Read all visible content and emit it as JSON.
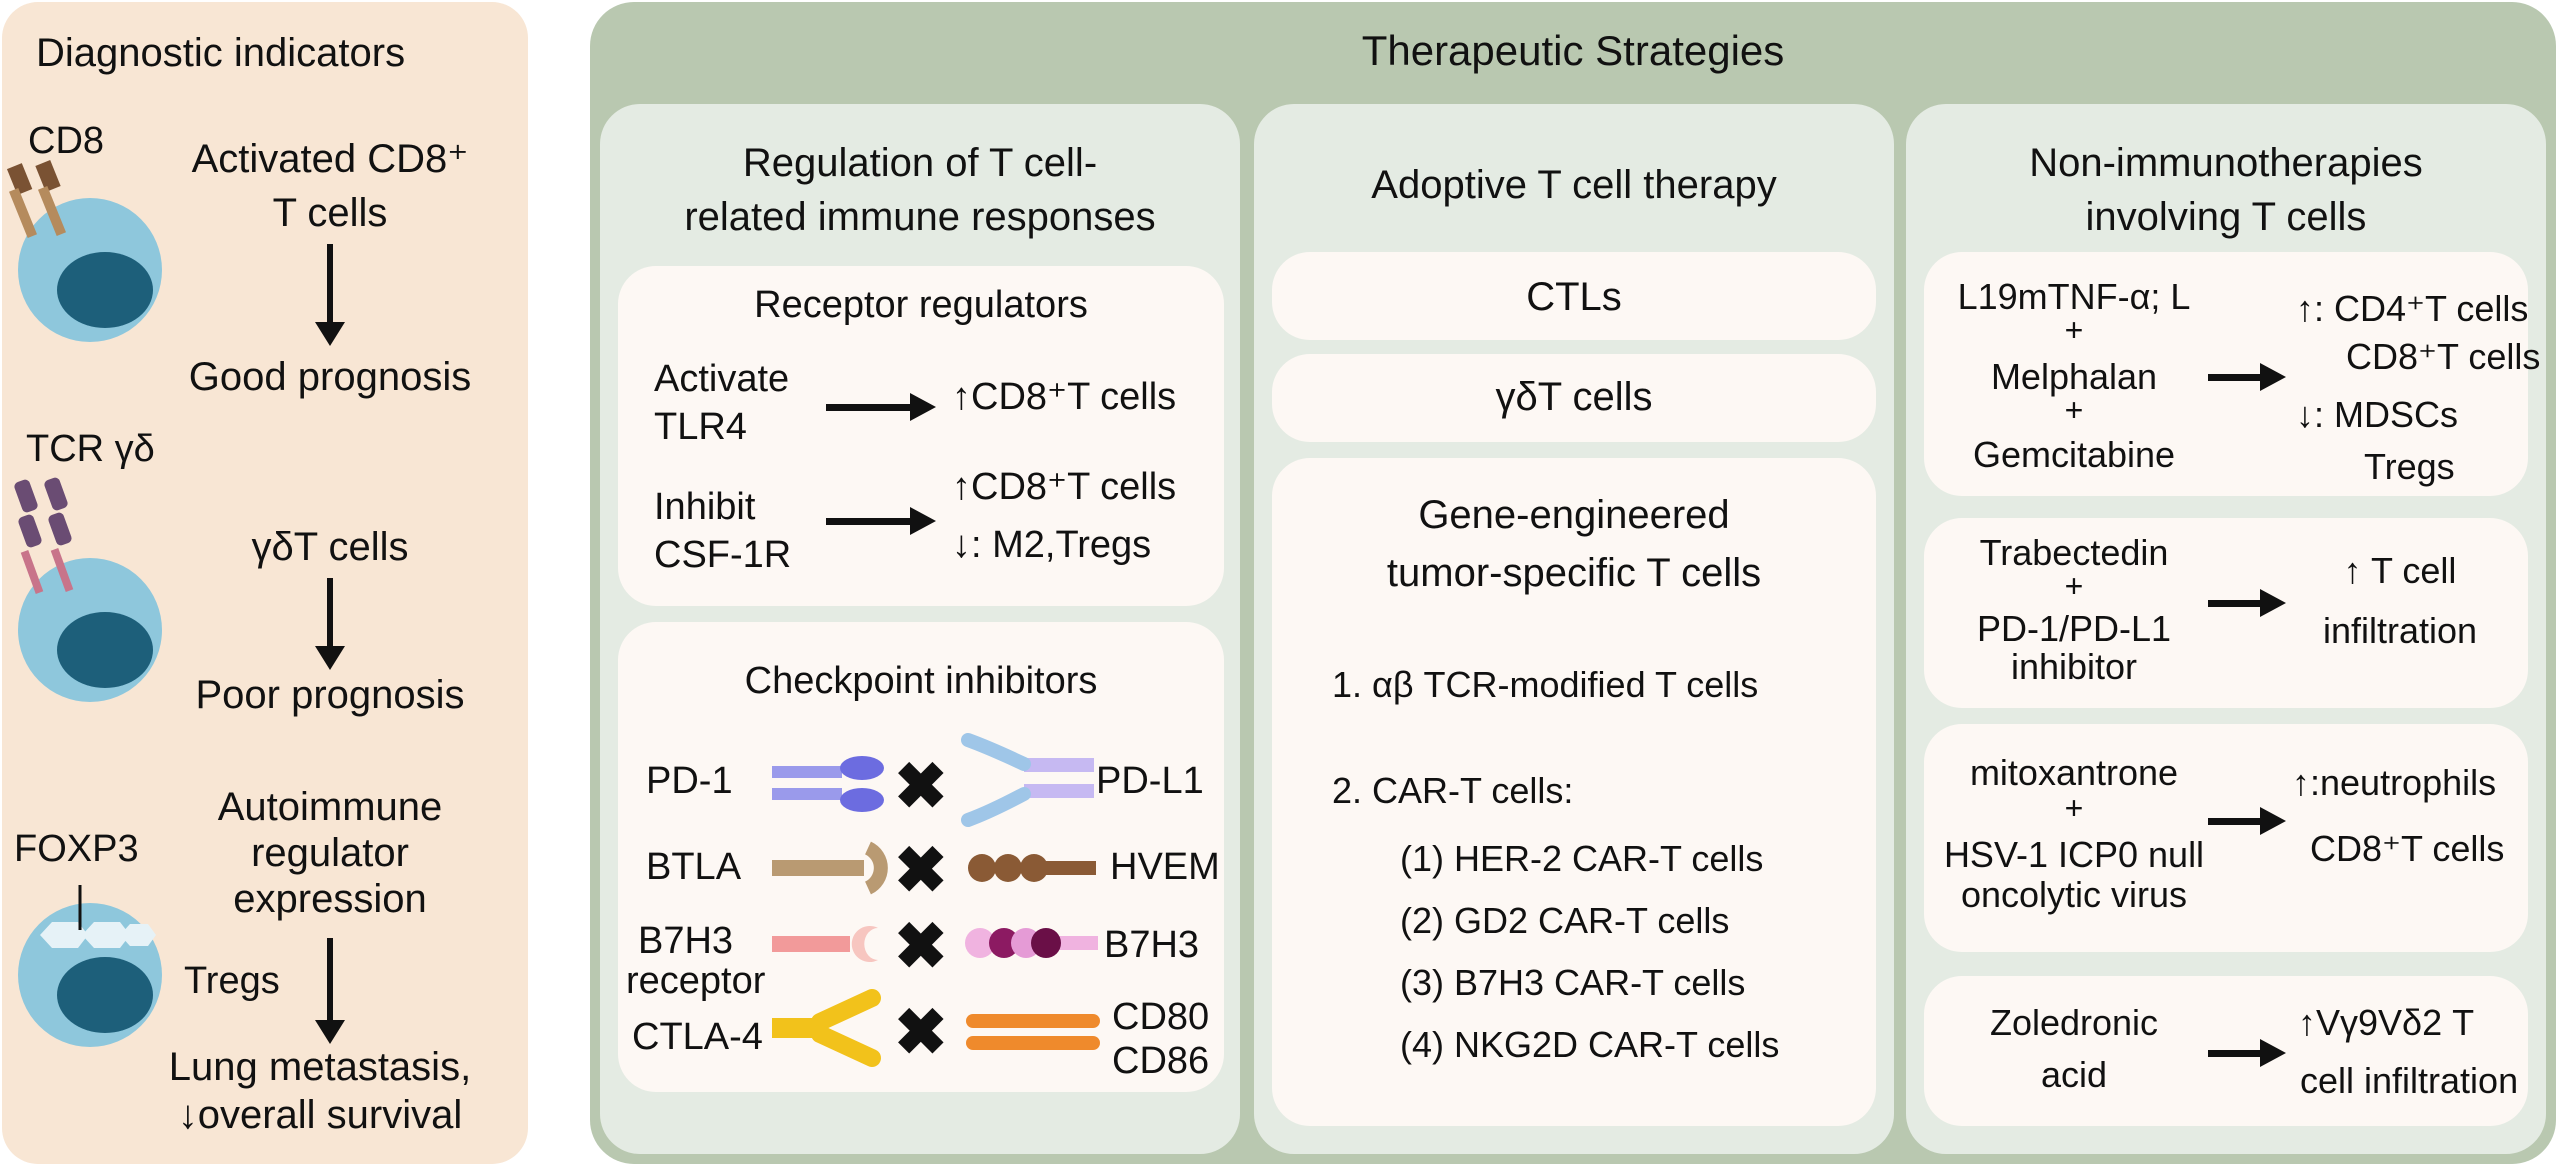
{
  "diagnostic": {
    "title": "Diagnostic indicators",
    "cd8_label": "CD8",
    "activated_line1": "Activated CD8⁺",
    "activated_line2": "T cells",
    "good_prognosis": "Good prognosis",
    "tcr_label": "TCR γδ",
    "gd_cells": "γδT cells",
    "poor_prognosis": "Poor prognosis",
    "foxp3_label": "FOXP3",
    "tregs_label": "Tregs",
    "aire_line1": "Autoimmune",
    "aire_line2": "regulator",
    "aire_line3": "expression",
    "lung_line1": "Lung metastasis,",
    "lung_line2": "↓overall survival"
  },
  "therapeutic": {
    "title": "Therapeutic Strategies",
    "col1": {
      "title_line1": "Regulation of T cell-",
      "title_line2": "related immune responses",
      "receptor_title": "Receptor regulators",
      "activate_line1": "Activate",
      "activate_line2": "TLR4",
      "activate_result": "↑CD8⁺T cells",
      "inhibit_line1": "Inhibit",
      "inhibit_line2": "CSF-1R",
      "inhibit_result1": "↑CD8⁺T cells",
      "inhibit_result2": "↓: M2,Tregs",
      "checkpoint_title": "Checkpoint inhibitors",
      "pd1": "PD-1",
      "pdl1": "PD-L1",
      "btla": "BTLA",
      "hvem": "HVEM",
      "b7h3r_line1": "B7H3",
      "b7h3r_line2": "receptor",
      "b7h3": "B7H3",
      "ctla4": "CTLA-4",
      "cd80": "CD80",
      "cd86": "CD86"
    },
    "col2": {
      "title": "Adoptive T cell therapy",
      "ctls": "CTLs",
      "gd": "γδT cells",
      "gene_line1": "Gene-engineered",
      "gene_line2": "tumor-specific T cells",
      "item1": "1. αβ TCR-modified T cells",
      "item2": "2. CAR-T cells:",
      "sub1": "(1) HER-2 CAR-T cells",
      "sub2": "(2) GD2 CAR-T cells",
      "sub3": "(3) B7H3 CAR-T cells",
      "sub4": "(4) NKG2D CAR-T cells"
    },
    "col3": {
      "title_line1": "Non-immunotherapies",
      "title_line2": "involving T cells",
      "c1_l1": "L19mTNF-α; L",
      "c1_plus1": "+",
      "c1_l2": "Melphalan",
      "c1_plus2": "+",
      "c1_l3": "Gemcitabine",
      "c1_r1": "↑: CD4⁺T cells",
      "c1_r2": "CD8⁺T cells",
      "c1_r3": "↓: MDSCs",
      "c1_r4": "Tregs",
      "c2_l1": "Trabectedin",
      "c2_plus": "+",
      "c2_l2": "PD-1/PD-L1",
      "c2_l3": "inhibitor",
      "c2_r1": "↑ T cell",
      "c2_r2": "infiltration",
      "c3_l1": "mitoxantrone",
      "c3_plus": "+",
      "c3_l2": "HSV-1 ICP0 null",
      "c3_l3": "oncolytic virus",
      "c3_r1": "↑:neutrophils",
      "c3_r2": "CD8⁺T cells",
      "c4_l1": "Zoledronic",
      "c4_l2": "acid",
      "c4_r1": "↑Vγ9Vδ2 T",
      "c4_r2": "cell infiltration"
    }
  },
  "colors": {
    "cell_body": "#8ec7dc",
    "nucleus": "#1d5f7a",
    "cd8_receptor": "#9a6b45",
    "tcr_receptor": "#6a4c73",
    "pd1": "#8e8ee6",
    "pdl1": "#b3a6ea",
    "btla_hvem": "#a98b65",
    "b7h3r": "#f29a9a",
    "b7h3": "#e59bd6",
    "ctla4": "#f2c21b",
    "cd80_86": "#ef8a2c"
  }
}
